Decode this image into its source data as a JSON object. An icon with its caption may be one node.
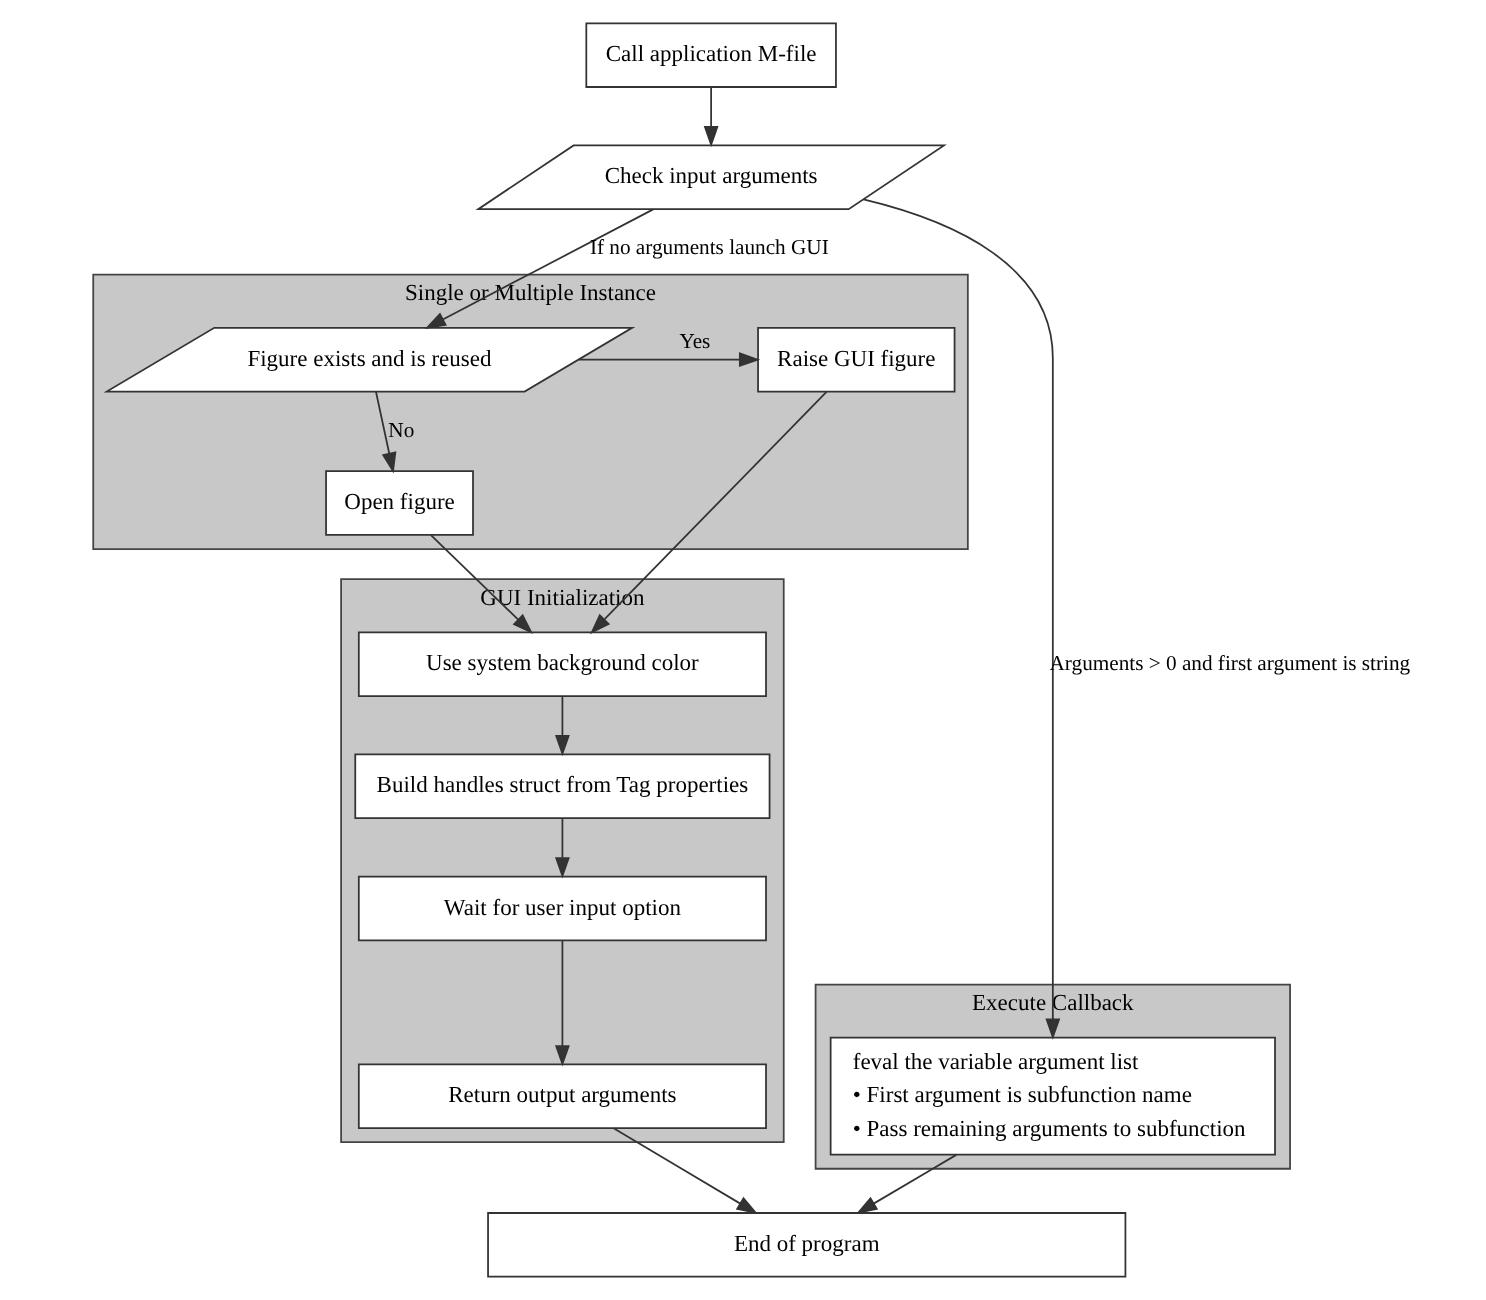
{
  "diagram": {
    "nodes": [
      {
        "text": [
          "Call application M-file"
        ]
      },
      {
        "text": [
          "Check input arguments"
        ]
      },
      {
        "text": [
          "Single or Multiple Instance"
        ]
      },
      {
        "text": [
          "Figure exists and is reused"
        ],
        "in": 2
      },
      {
        "text": [
          "Raise GUI figure"
        ],
        "in": 2
      },
      {
        "text": [
          "Open figure"
        ],
        "in": 2
      },
      {
        "text": [
          "GUI Initialization"
        ]
      },
      {
        "text": [
          "Use system background color"
        ],
        "in": 6
      },
      {
        "text": [
          "Build handles struct from Tag properties"
        ],
        "in": 6
      },
      {
        "text": [
          "Wait for user input option"
        ],
        "in": 6
      },
      {
        "text": [
          "Return output arguments"
        ],
        "in": 6
      },
      {
        "text": [
          "Execute Callback"
        ]
      },
      {
        "text": [
          "feval the variable argument list",
          "• First argument is subfunction name",
          "• Pass remaining arguments to subfunction"
        ],
        "in": 11
      },
      {
        "text": [
          "End of program"
        ]
      }
    ],
    "edges": [
      {
        "from": 0,
        "to": 1,
        "arrow": "to"
      },
      {
        "from": 1,
        "to": 3,
        "arrow": "to",
        "label": "If no arguments launch GUI"
      },
      {
        "from": 3,
        "to": 4,
        "arrow": "to",
        "label": "Yes"
      },
      {
        "from": 3,
        "to": 5,
        "arrow": "to",
        "label": "No"
      },
      {
        "from": 5,
        "to": 7,
        "arrow": "to"
      },
      {
        "from": 4,
        "to": 7,
        "arrow": "to"
      },
      {
        "from": 7,
        "to": 8,
        "arrow": "to"
      },
      {
        "from": 8,
        "to": 9,
        "arrow": "to"
      },
      {
        "from": 9,
        "to": 10,
        "arrow": "to"
      },
      {
        "from": 1,
        "to": 12,
        "arrow": "to",
        "label": "Arguments > 0 and first argument is string"
      },
      {
        "from": 12,
        "to": 13,
        "arrow": "to"
      },
      {
        "from": 10,
        "to": 13,
        "arrow": "to"
      }
    ]
  }
}
